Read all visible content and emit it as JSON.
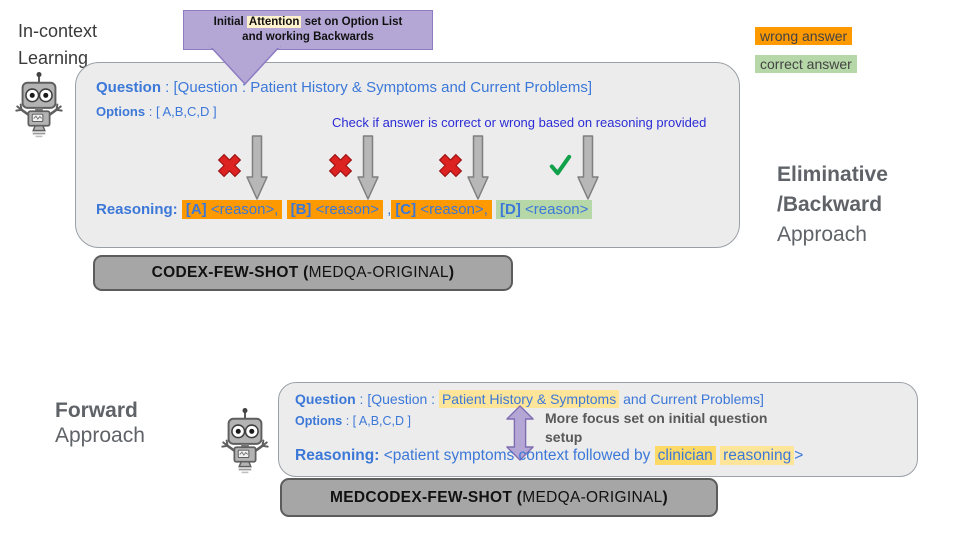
{
  "header": {
    "incontext_line1": "In-context",
    "incontext_line2": "Learning"
  },
  "callout": {
    "line1_pre": "Initial ",
    "line1_hl": "Attention",
    "line1_post": " set on Option List",
    "line2": "and working Backwards"
  },
  "legend": {
    "wrong": "wrong answer",
    "correct": "correct answer"
  },
  "backward": {
    "question_bold": "Question",
    "question_rest": " : [Question : Patient History & Symptoms and Current Problems]",
    "options_bold": "Options",
    "options_rest": " : [ A,B,C,D ]",
    "check_note": "Check if answer is correct or wrong based on reasoning provided",
    "reasoning_label": "Reasoning:",
    "segments": [
      {
        "letter": "[A]",
        "reason": " <reason>,",
        "status": "wrong"
      },
      {
        "letter": "[B]",
        "reason": " <reason>",
        "status": "wrong"
      },
      {
        "letter": "[C]",
        "reason": " <reason>,",
        "status": "wrong"
      },
      {
        "letter": "[D]",
        "reason": " <reason>",
        "status": "correct"
      }
    ],
    "sep1": " ",
    "sep2": " ,",
    "sep3": " ",
    "caption_bold": "CODEX-FEW-SHOT (",
    "caption_regular": "MEDQA-ORIGINAL",
    "caption_close": ")",
    "approach_line1": "Eliminative",
    "approach_line2": "/Backward",
    "approach_line3": "Approach"
  },
  "forward": {
    "approach_line1": "Forward",
    "approach_line2": "Approach",
    "question_bold": "Question",
    "question_pre": " : [Question : ",
    "question_hl": "Patient History & Symptoms",
    "question_post": " and Current Problems]",
    "options_bold": "Options",
    "options_rest": " : [ A,B,C,D ]",
    "focus_line1": "More focus set on initial question",
    "focus_line2": "setup",
    "reasoning_label": "Reasoning:",
    "reasoning_pre": " <patient symptoms context followed by ",
    "reasoning_hl1": "clinician",
    "reasoning_sep": " ",
    "reasoning_hl2": "reasoning",
    "reasoning_post": ">",
    "caption_bold": "MEDCODEX-FEW-SHOT (",
    "caption_regular": "MEDQA-ORIGINAL",
    "caption_close": ")"
  },
  "icons": {
    "robot": "robot-icon",
    "wrong": "red-x-icon",
    "correct": "green-check-icon",
    "down_arrow": "gray-down-arrow-icon",
    "double_arrow": "purple-double-arrow-icon",
    "callout_pointer": "callout-pointer-icon"
  },
  "colors": {
    "box_fill": "#ececec",
    "box_border": "#9aa0a6",
    "caption_fill": "#a6a6a6",
    "blue_text": "#3c78d8",
    "indigo_note": "#2b2bd6",
    "wrong_highlight": "#ff9900",
    "correct_highlight": "#b6d7a8",
    "gold_highlight": "#ffd966",
    "light_yellow_highlight": "#ffe599",
    "cream_highlight": "#fff2cc",
    "purple_fill": "#b4a7d6",
    "purple_border": "#8e7cc3",
    "gray_text": "#5f6368",
    "red_x": "#dd2222",
    "green_check": "#12a14b"
  }
}
